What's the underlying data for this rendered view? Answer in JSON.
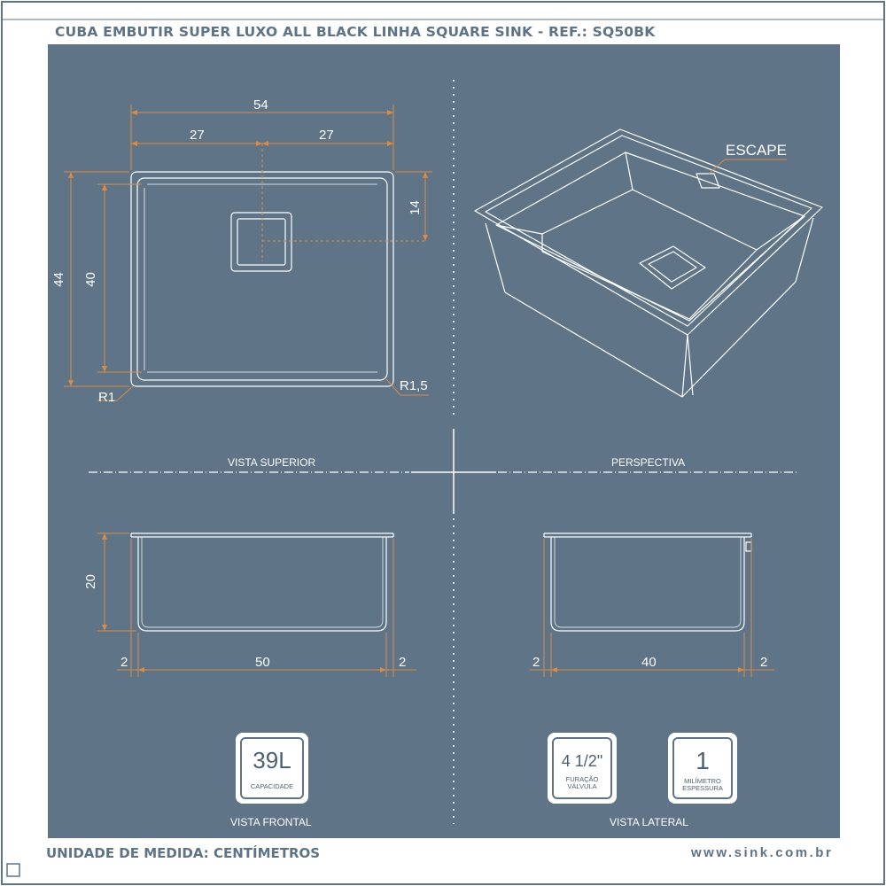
{
  "header": {
    "title": "CUBA EMBUTIR SUPER LUXO ALL BLACK LINHA SQUARE SINK - REF.: SQ50BK"
  },
  "footer": {
    "unit": "UNIDADE DE MEDIDA: CENTÍMETROS",
    "url": "www.sink.com.br"
  },
  "colors": {
    "panel": "#5f7587",
    "frame": "#5e7385",
    "dimension_line": "#d98a47",
    "line": "#ffffff"
  },
  "top_view": {
    "label": "VISTA SUPERIOR",
    "overall_width": "54",
    "half_left": "27",
    "half_right": "27",
    "drain_offset": "14",
    "outer_depth": "44",
    "inner_depth": "40",
    "radius_outer": "R1",
    "radius_inner": "R1,5"
  },
  "perspective": {
    "label": "PERSPECTIVA",
    "escape_label": "ESCAPE"
  },
  "front_view": {
    "label": "VISTA FRONTAL",
    "height": "20",
    "left_rim": "2",
    "inner_width": "50",
    "right_rim": "2"
  },
  "side_view": {
    "label": "VISTA LATERAL",
    "left_rim": "2",
    "inner_width": "40",
    "right_rim": "2"
  },
  "badges": {
    "capacity": {
      "value": "39L",
      "caption": "CAPACIDADE"
    },
    "valve": {
      "value": "4 1/2\"",
      "caption_line1": "FURAÇÃO",
      "caption_line2": "VÁLVULA"
    },
    "thickness": {
      "value": "1",
      "caption_line1": "MILÍMETRO",
      "caption_line2": "ESPESSURA"
    }
  }
}
